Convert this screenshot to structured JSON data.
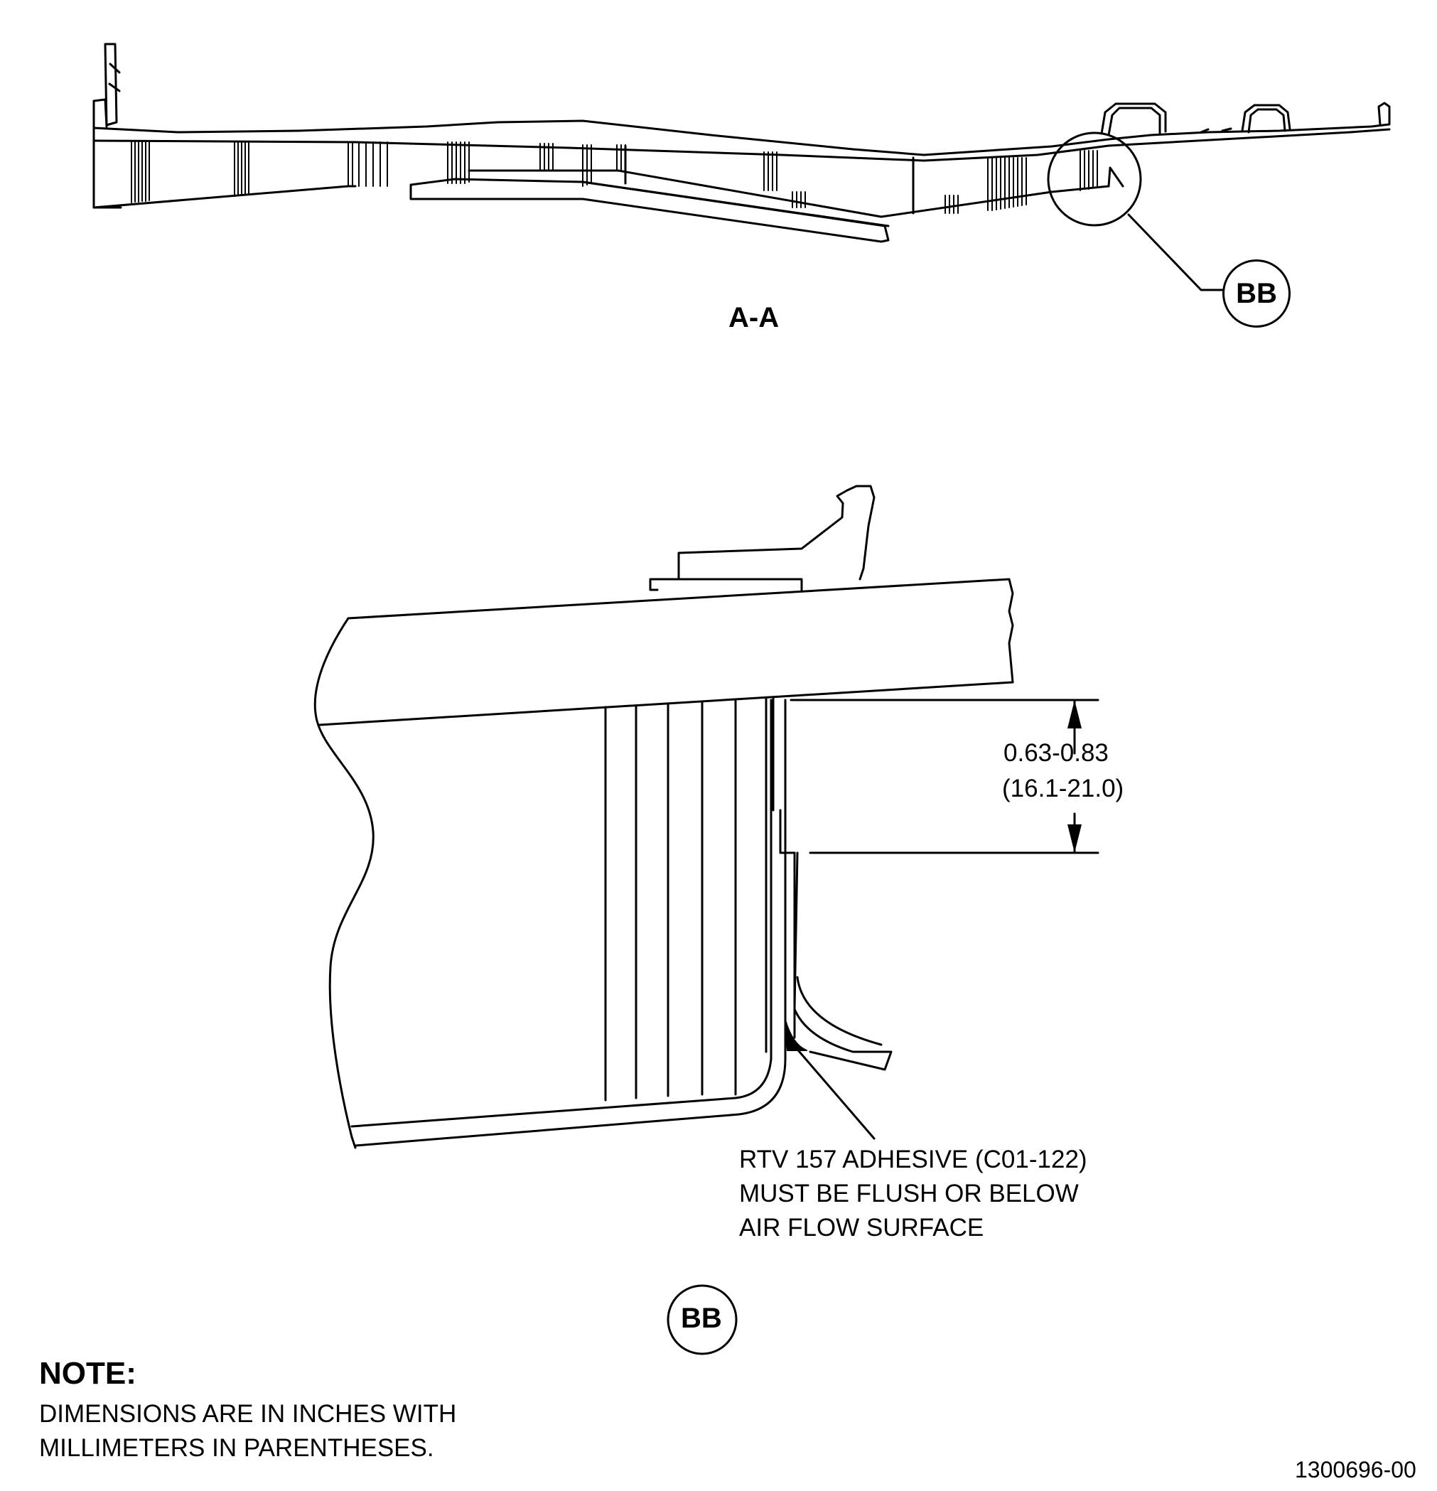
{
  "section_view": {
    "label": "A-A"
  },
  "detail_callout": {
    "label": "BB"
  },
  "detail_view": {
    "label": "BB"
  },
  "dimension": {
    "inches": "0.63-0.83",
    "millimeters": "(16.1-21.0)"
  },
  "adhesive_note": {
    "lines": [
      "RTV 157 ADHESIVE (C01-122)",
      "MUST BE FLUSH OR BELOW",
      "AIR FLOW SURFACE"
    ]
  },
  "note": {
    "title": "NOTE:",
    "lines": [
      "DIMENSIONS ARE IN INCHES WITH",
      "MILLIMETERS IN PARENTHESES."
    ]
  },
  "figure_id": "1300696-00"
}
